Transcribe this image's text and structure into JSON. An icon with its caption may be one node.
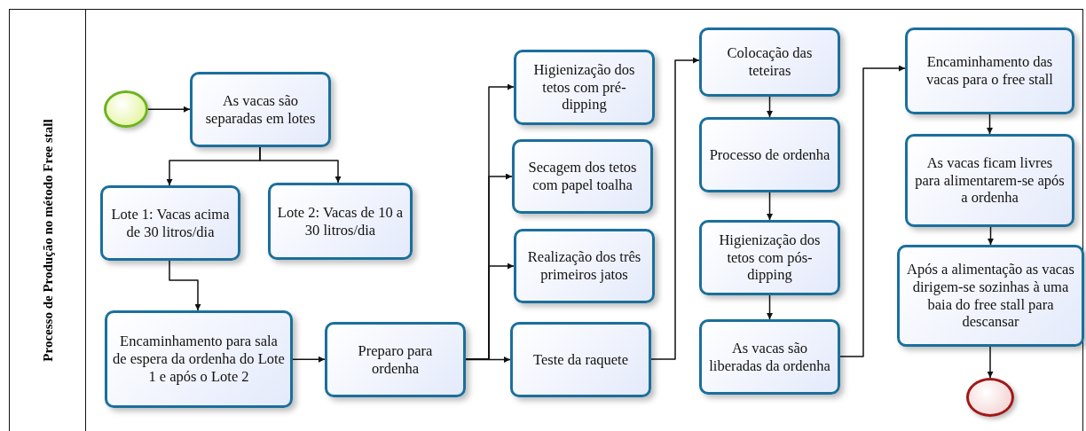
{
  "diagram": {
    "nodes": [
      {
        "text": [
          "Processo de Produção no método Free stall"
        ]
      },
      {
        "text": [],
        "shape": "circle",
        "in": 0
      },
      {
        "text": [
          "As vacas são separadas em lotes"
        ],
        "in": 0
      },
      {
        "text": [
          "Lote 1: Vacas acima de 30 litros/dia"
        ],
        "in": 0
      },
      {
        "text": [
          "Lote 2: Vacas de 10 a 30 litros/dia"
        ],
        "in": 0
      },
      {
        "text": [
          "Encaminhamento para sala de espera da ordenha do Lote 1 e após o Lote 2"
        ],
        "in": 0
      },
      {
        "text": [
          "Preparo para ordenha"
        ],
        "in": 0
      },
      {
        "text": [
          "Higienização dos tetos com pré-dipping"
        ],
        "in": 0
      },
      {
        "text": [
          "Secagem dos tetos com papel toalha"
        ],
        "in": 0
      },
      {
        "text": [
          "Realização dos três primeiros jatos"
        ],
        "in": 0
      },
      {
        "text": [
          "Teste da raquete"
        ],
        "in": 0
      },
      {
        "text": [
          "Colocação das teteiras"
        ],
        "in": 0
      },
      {
        "text": [
          "Processo de ordenha"
        ],
        "in": 0
      },
      {
        "text": [
          "Higienização dos tetos com pós-dipping"
        ],
        "in": 0
      },
      {
        "text": [
          "As vacas são liberadas da ordenha"
        ],
        "in": 0
      },
      {
        "text": [
          "Encaminhamento das vacas para o free stall"
        ],
        "in": 0
      },
      {
        "text": [
          "As vacas ficam livres para alimentarem-se após a ordenha"
        ],
        "in": 0
      },
      {
        "text": [
          "Após a alimentação as vacas dirigem-se sozinhas à uma baia do free stall para descansar"
        ],
        "in": 0
      },
      {
        "text": [],
        "shape": "circle",
        "in": 0
      }
    ],
    "edges": [
      {
        "from": 1,
        "to": 2,
        "arrow": "to"
      },
      {
        "from": 2,
        "to": 3,
        "arrow": "to"
      },
      {
        "from": 2,
        "to": 4,
        "arrow": "to"
      },
      {
        "from": 3,
        "to": 5,
        "arrow": "to"
      },
      {
        "from": 5,
        "to": 6,
        "arrow": "to"
      },
      {
        "from": 6,
        "to": 7,
        "arrow": "to"
      },
      {
        "from": 6,
        "to": 8,
        "arrow": "to"
      },
      {
        "from": 6,
        "to": 9,
        "arrow": "to"
      },
      {
        "from": 6,
        "to": 10,
        "arrow": "to"
      },
      {
        "from": 10,
        "to": 11,
        "arrow": "to"
      },
      {
        "from": 11,
        "to": 12,
        "arrow": "to"
      },
      {
        "from": 12,
        "to": 13,
        "arrow": "to"
      },
      {
        "from": 13,
        "to": 14,
        "arrow": "to"
      },
      {
        "from": 14,
        "to": 15,
        "arrow": "to"
      },
      {
        "from": 15,
        "to": 16,
        "arrow": "to"
      },
      {
        "from": 16,
        "to": 17,
        "arrow": "to"
      },
      {
        "from": 17,
        "to": 18,
        "arrow": "to"
      }
    ]
  }
}
